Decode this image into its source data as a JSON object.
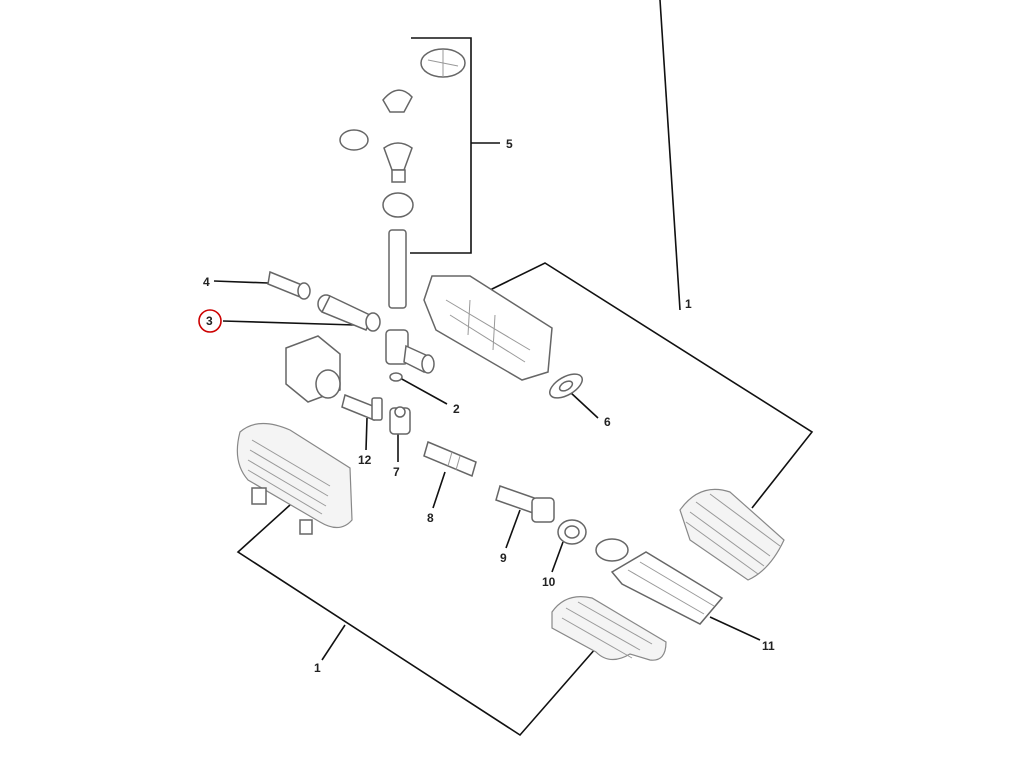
{
  "labels": {
    "l1a": "1",
    "l1b": "1",
    "l2": "2",
    "l3": "3",
    "l4": "4",
    "l5": "5",
    "l6": "6",
    "l7": "7",
    "l8": "8",
    "l9": "9",
    "l10": "10",
    "l11": "11",
    "l12": "12"
  },
  "highlight_color": "#cc0000",
  "highlighted_label": "3"
}
